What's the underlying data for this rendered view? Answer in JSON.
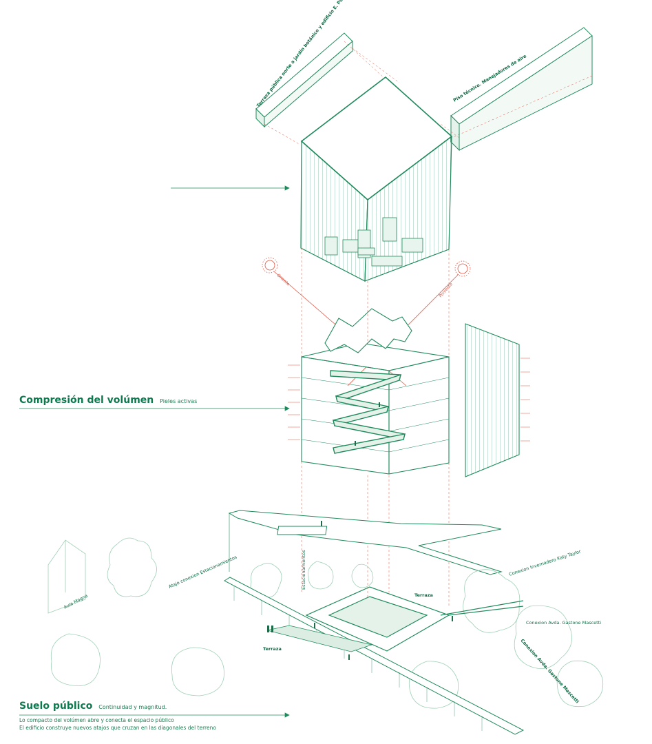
{
  "sections": {
    "compresion": {
      "title": "Compresión del volúmen",
      "subtitle": "Pieles activas"
    },
    "suelo": {
      "title": "Suelo público",
      "subtitle": "Continuidad y magnitud.",
      "lines": [
        "Lo compacto del volúmen abre y conecta el espacio público",
        "El edificio construye nuevos atajos que cruzan en las diagonales del terreno"
      ]
    }
  },
  "labels": {
    "terraza_publica": "Terraza pública norte a jardín botánico y edificio E. Pugin",
    "piso_tecnico": "Piso técnico. Manejadores de aire",
    "oriente": "Oriente",
    "poniente": "Poniente",
    "estacionamientos": "Estacionamientos",
    "atajo": "Atajo conexion Estacionamientos",
    "conexion_invernadero": "Conexion Invernadero Katy Taylor",
    "aula_magna": "Aula Magna",
    "terraza_1": "Terraza",
    "terraza_2": "Terraza",
    "conexion_avda": "Conexion Avda. Gastone Mascetti",
    "conexion_2": "Conexion Avda. Gastone Mascetti"
  },
  "colors": {
    "green": "#1f8a5c",
    "dark_green": "#0d7a4e",
    "red": "#e2523f",
    "tree": "#9fd0b6"
  }
}
